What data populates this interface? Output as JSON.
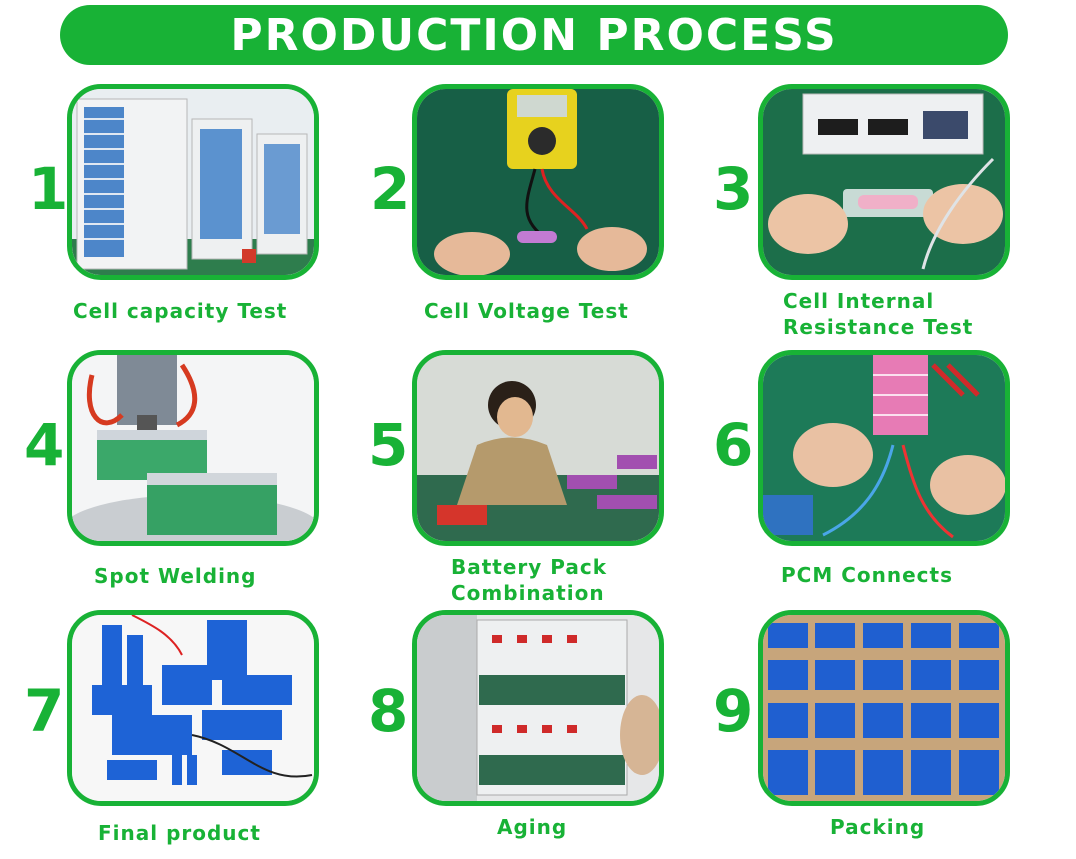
{
  "header": {
    "title": "PRODUCTION PROCESS"
  },
  "steps": [
    {
      "number": "1",
      "caption": "Cell capacity Test",
      "icon": "capacity-tester-photo"
    },
    {
      "number": "2",
      "caption": "Cell Voltage Test",
      "icon": "multimeter-photo"
    },
    {
      "number": "3",
      "caption_line1": "Cell Internal",
      "caption_line2": "Resistance Test",
      "icon": "resistance-meter-photo"
    },
    {
      "number": "4",
      "caption": "Spot Welding",
      "icon": "spot-welder-photo"
    },
    {
      "number": "5",
      "caption_line1": "Battery Pack",
      "caption_line2": "Combination",
      "icon": "worker-assembly-photo"
    },
    {
      "number": "6",
      "caption": "PCM Connects",
      "icon": "soldering-pcm-photo"
    },
    {
      "number": "7",
      "caption": "Final product",
      "icon": "battery-packs-photo"
    },
    {
      "number": "8",
      "caption": "Aging",
      "icon": "aging-rack-photo"
    },
    {
      "number": "9",
      "caption": "Packing",
      "icon": "packing-boxes-photo"
    }
  ],
  "colors": {
    "accent": "#18b236",
    "battery_blue": "#1e63d6",
    "text_on_banner": "#ffffff"
  }
}
